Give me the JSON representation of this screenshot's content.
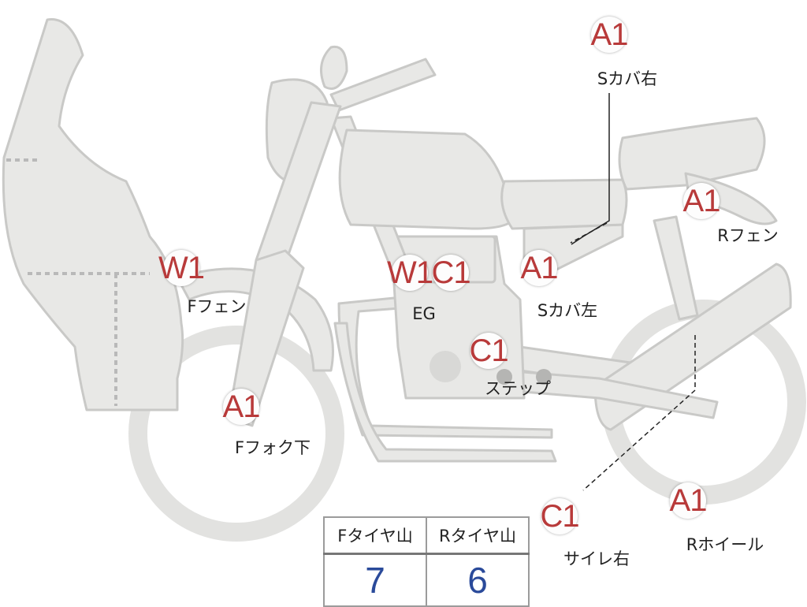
{
  "markers": {
    "a1_top": "A1",
    "a1_rfender": "A1",
    "w1_ffender": "W1",
    "w1_engine": "W1",
    "c1_engine": "C1",
    "a1_scover_left": "A1",
    "c1_step": "C1",
    "a1_ffork": "A1",
    "c1_muffler": "C1",
    "a1_rwheel": "A1"
  },
  "labels": {
    "side_cover_right": "Sカバ右",
    "rear_fender": "Rフェン",
    "front_fender": "Fフェン",
    "engine": "EG",
    "side_cover_left": "Sカバ左",
    "step": "ステップ",
    "front_fork_lower": "Fフォク下",
    "muffler_right": "サイレ右",
    "rear_wheel": "Rホイール"
  },
  "tire_table": {
    "headers": [
      "Fタイヤ山",
      "Rタイヤ山"
    ],
    "values": [
      "7",
      "6"
    ]
  },
  "colors": {
    "bike_fill": "#e8e8e6",
    "bike_stroke": "#c9c9c7",
    "marker_text": "#b83a3a",
    "value_text": "#2a4a9a"
  }
}
